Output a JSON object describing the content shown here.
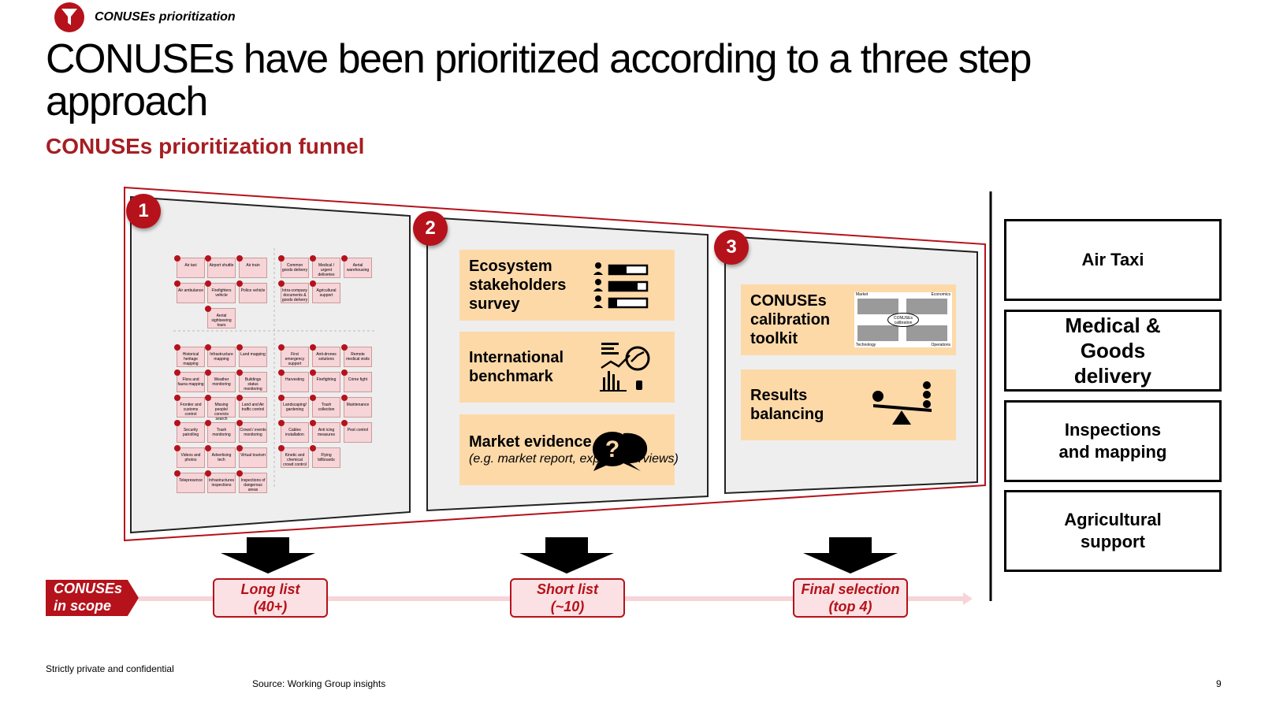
{
  "header": {
    "section_tag": "CONUSEs prioritization",
    "title": "CONUSEs have been prioritized according to a three step approach",
    "subtitle": "CONUSEs prioritization funnel"
  },
  "colors": {
    "accent": "#b5121b",
    "card": "#fdd9a8",
    "panel": "#eeeeee"
  },
  "steps": [
    {
      "number": "1"
    },
    {
      "number": "2",
      "cards": [
        {
          "label": "Ecosystem stakeholders survey",
          "icon": "survey-bars-icon"
        },
        {
          "label": "International benchmark",
          "icon": "benchmark-chart-icon"
        },
        {
          "label": "Market evidence",
          "sub": "(e.g. market report, expert interviews)",
          "icon": "question-bubble-icon"
        }
      ]
    },
    {
      "number": "3",
      "cards": [
        {
          "label": "CONUSEs calibration toolkit",
          "icon": "calibration-matrix-icon",
          "thumb": {
            "top_left": "Market",
            "top_right": "Economics",
            "bottom_left": "Technology",
            "bottom_right": "Operations",
            "center": "CONUSEs calibration"
          }
        },
        {
          "label": "Results balancing",
          "icon": "balance-scale-icon"
        }
      ]
    }
  ],
  "long_list_tiles": [
    "Air taxi",
    "Airport shuttle",
    "Air train",
    "Common goods delivery",
    "Medical / urgent deliveries",
    "Aerial warehousing",
    "Air ambulance",
    "Firefighters vehicle",
    "Police vehicle",
    "Intra-company documents & goods delivery",
    "Agricultural support",
    "Aerial sightseeing tours",
    "Historical heritage mapping",
    "Infrastructure mapping",
    "Land mapping",
    "First emergency support",
    "Anti-drones solutions",
    "Remote medical visits",
    "Flora and fauna mapping",
    "Weather monitoring",
    "Buildings status monitoring",
    "Harvesting",
    "Firefighting",
    "Crime fight",
    "Frontier and customs control",
    "Missing people/ convicts search",
    "Land and Air traffic control",
    "Landscaping/ gardening",
    "Trash collection",
    "Maintenance",
    "Security patrolling",
    "Trash monitoring",
    "Crowd / events monitoring",
    "Cables installation",
    "Anti icing measures",
    "Pest control",
    "Videos and photos",
    "Advertising tech",
    "Virtual tourism",
    "Kinetic and chemical crowd control",
    "Flying billboards",
    "Telepresence",
    "Infrastructures inspections",
    "Inspections of dangerous areas"
  ],
  "stages": [
    {
      "line1": "Long list",
      "line2": "(40+)"
    },
    {
      "line1": "Short list",
      "line2": "(~10)"
    },
    {
      "line1": "Final selection",
      "line2": "(top 4)"
    }
  ],
  "scope_tag": {
    "line1": "CONUSEs",
    "line2": "in scope"
  },
  "results": [
    {
      "label": "Air Taxi",
      "font_px": 22
    },
    {
      "label": "Medical & Goods delivery",
      "font_px": 26
    },
    {
      "label": "Inspections and mapping",
      "font_px": 22
    },
    {
      "label": "Agricultural support",
      "font_px": 22
    }
  ],
  "footer": {
    "confidential": "Strictly private and confidential",
    "source": "Source: Working Group insights",
    "page_number": "9"
  }
}
